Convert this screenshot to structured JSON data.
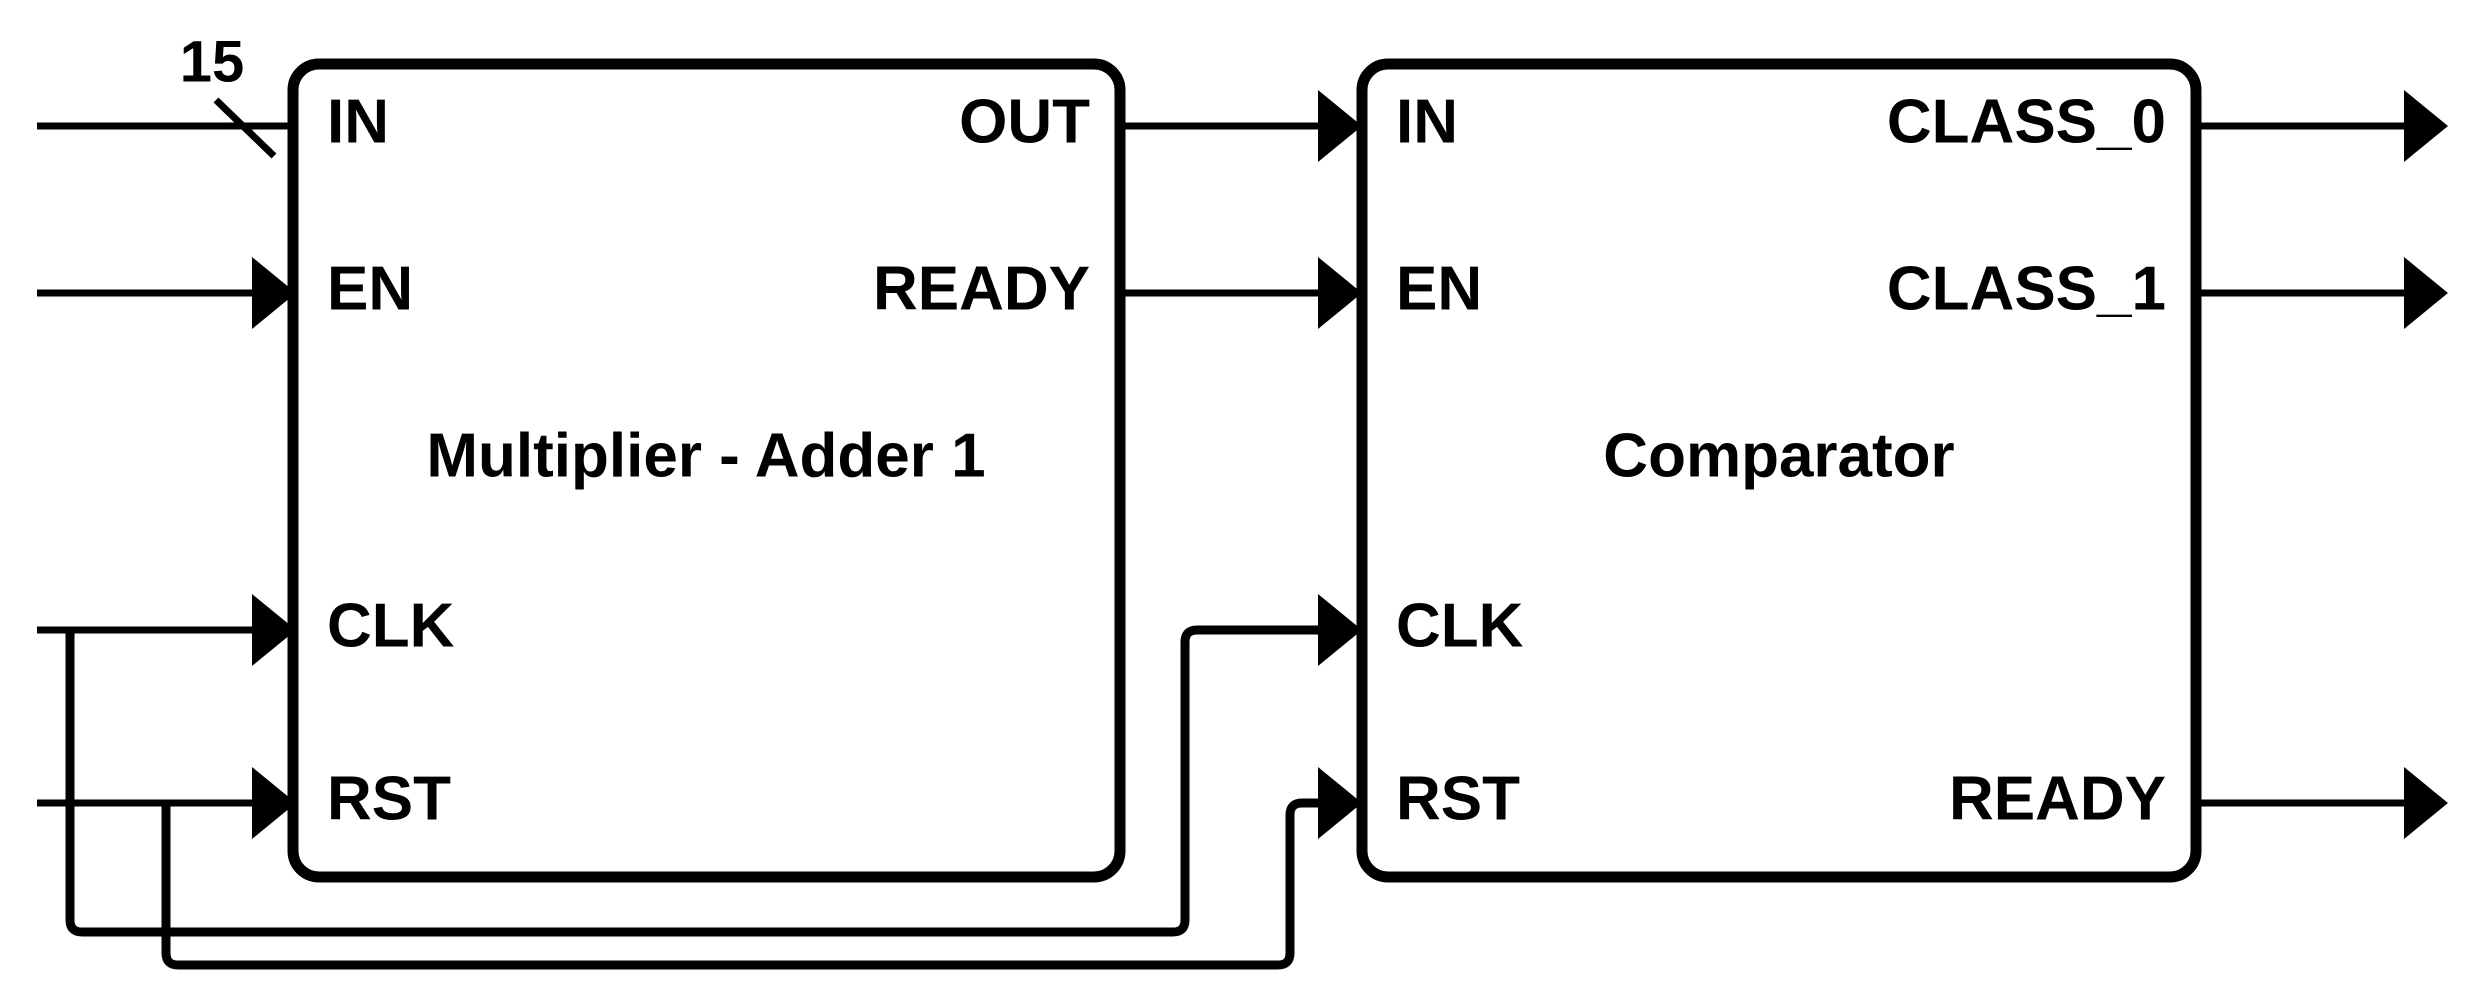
{
  "diagram": {
    "type": "digital-hardware-block-diagram",
    "background_color": "#ffffff",
    "line_color": "#000000",
    "blocks": [
      {
        "id": "multiplier_adder_1",
        "title": "Multiplier - Adder 1",
        "inputs": [
          "IN",
          "EN",
          "CLK",
          "RST"
        ],
        "outputs": [
          "OUT",
          "READY"
        ]
      },
      {
        "id": "comparator",
        "title": "Comparator",
        "inputs": [
          "IN",
          "EN",
          "CLK",
          "RST"
        ],
        "outputs": [
          "CLASS_0",
          "CLASS_1",
          "READY"
        ]
      }
    ],
    "bus_labels": [
      {
        "value": "15",
        "on_signal": "IN"
      }
    ],
    "connections": [
      {
        "from": "multiplier_adder_1.OUT",
        "to": "comparator.IN"
      },
      {
        "from": "multiplier_adder_1.READY",
        "to": "comparator.EN"
      },
      {
        "from": "external.CLK",
        "to": "multiplier_adder_1.CLK"
      },
      {
        "from": "external.CLK",
        "to": "comparator.CLK"
      },
      {
        "from": "external.RST",
        "to": "multiplier_adder_1.RST"
      },
      {
        "from": "external.RST",
        "to": "comparator.RST"
      },
      {
        "from": "external.IN",
        "to": "multiplier_adder_1.IN"
      },
      {
        "from": "external.EN",
        "to": "multiplier_adder_1.EN"
      },
      {
        "from": "comparator.CLASS_0",
        "to": "external"
      },
      {
        "from": "comparator.CLASS_1",
        "to": "external"
      },
      {
        "from": "comparator.READY",
        "to": "external"
      }
    ]
  },
  "block1": {
    "title": "Multiplier - Adder 1",
    "ports": {
      "in": "IN",
      "en": "EN",
      "clk": "CLK",
      "rst": "RST",
      "out": "OUT",
      "ready": "READY"
    }
  },
  "block2": {
    "title": "Comparator",
    "ports": {
      "in": "IN",
      "en": "EN",
      "clk": "CLK",
      "rst": "RST",
      "class0": "CLASS_0",
      "class1": "CLASS_1",
      "ready": "READY"
    }
  },
  "bus": {
    "in_width": "15"
  }
}
